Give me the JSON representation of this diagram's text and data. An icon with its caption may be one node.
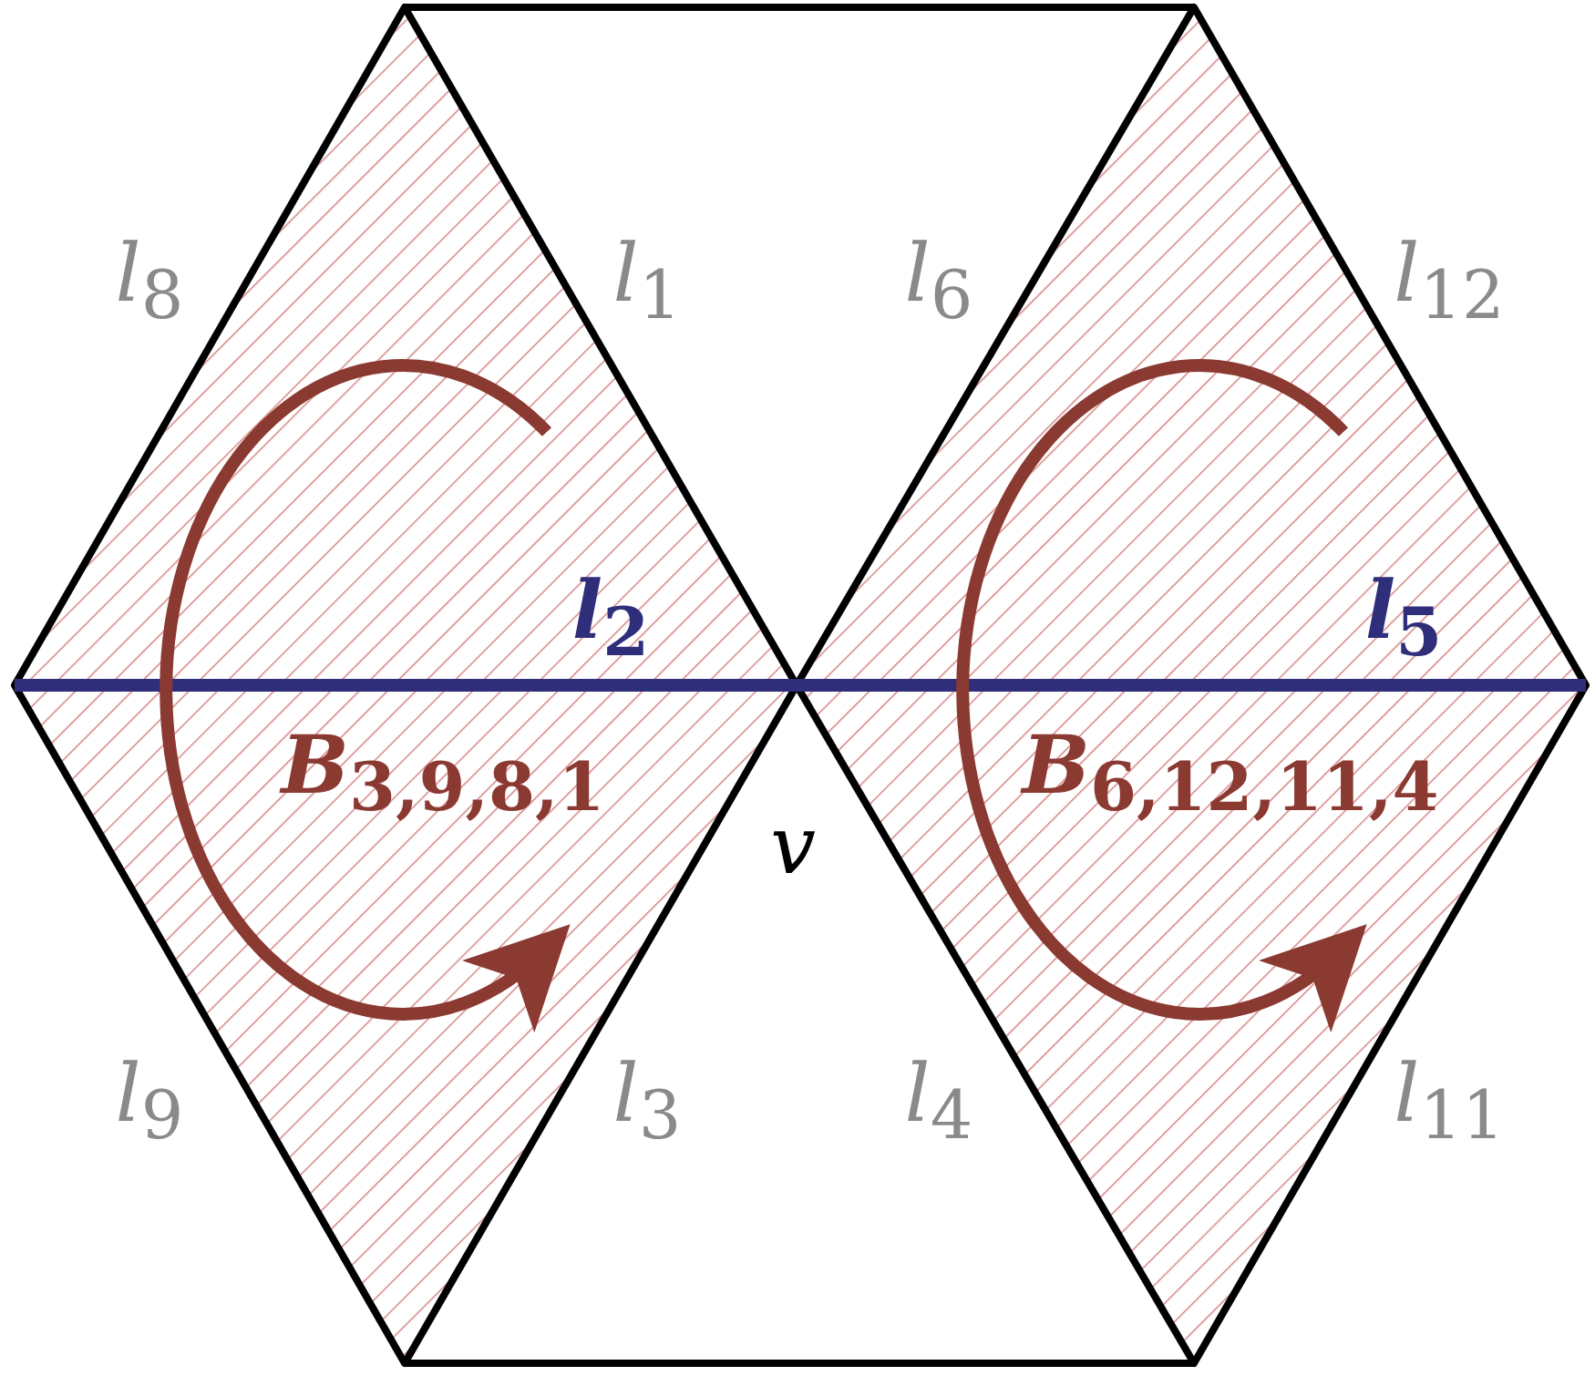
{
  "diagram": {
    "labels": [
      "*l*$_{8}$",
      "*l*$_{1}$",
      "*l*$_{6}$",
      "*l*$_{12}$",
      "*l*$_{2}$",
      "*l*$_{5}$",
      "*B*$_{3,9,8,1}$",
      "*v*",
      "*B*$_{6,12,11,4}$",
      "*l*$_{9}$",
      "*l*$_{3}$",
      "*l*$_{4}$",
      "*l*$_{11}$"
    ]
  }
}
